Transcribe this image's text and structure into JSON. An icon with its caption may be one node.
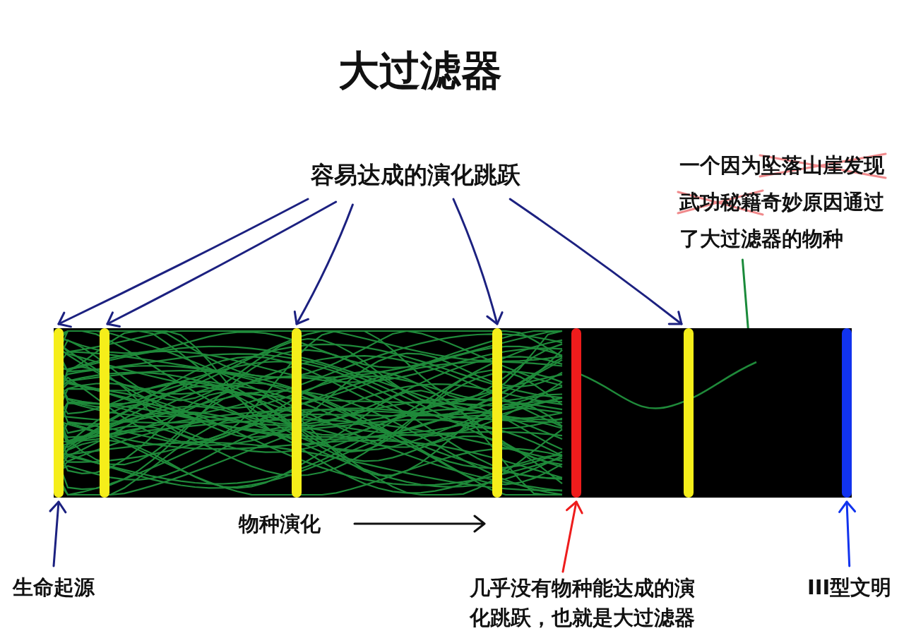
{
  "diagram": {
    "title": "大过滤器",
    "nodes": [
      {
        "text": [
          "容易达成的演化跳跃"
        ]
      },
      {
        "text": [],
        "shape": "bar"
      },
      {
        "text": [],
        "shape": "bar",
        "in": 1
      },
      {
        "text": [],
        "shape": "bar",
        "in": 1
      },
      {
        "text": [],
        "shape": "bar",
        "in": 1
      },
      {
        "text": [],
        "shape": "bar",
        "in": 1
      },
      {
        "text": [],
        "shape": "bar",
        "in": 1
      },
      {
        "text": [],
        "shape": "bar",
        "in": 1
      },
      {
        "text": [],
        "shape": "bar",
        "in": 1
      },
      {
        "text": [
          "一个因为坠落山崖发现武功秘籍奇妙原因通过了大过滤器的物种"
        ]
      },
      {
        "text": [
          "生命起源"
        ]
      },
      {
        "text": [
          "几乎没有物种能达成的演化跳跃，也就是大过滤器"
        ]
      },
      {
        "text": [
          "III型文明"
        ]
      }
    ],
    "edges": [
      {
        "from": 0,
        "to": 2,
        "arrow": "to"
      },
      {
        "from": 0,
        "to": 3,
        "arrow": "to"
      },
      {
        "from": 0,
        "to": 4,
        "arrow": "to"
      },
      {
        "from": 0,
        "to": 5,
        "arrow": "to"
      },
      {
        "from": 0,
        "to": 7,
        "arrow": "to"
      },
      {
        "from": 9,
        "to": 1,
        "arrow": "to",
        "color": "#1a8a3a"
      },
      {
        "from": 10,
        "to": 2,
        "arrow": "to"
      },
      {
        "from": 11,
        "to": 6,
        "arrow": "to",
        "color": "#ee1c1c"
      },
      {
        "from": 12,
        "to": 8,
        "arrow": "to",
        "color": "#1133ee"
      }
    ],
    "labels": [
      "物种演化"
    ]
  }
}
